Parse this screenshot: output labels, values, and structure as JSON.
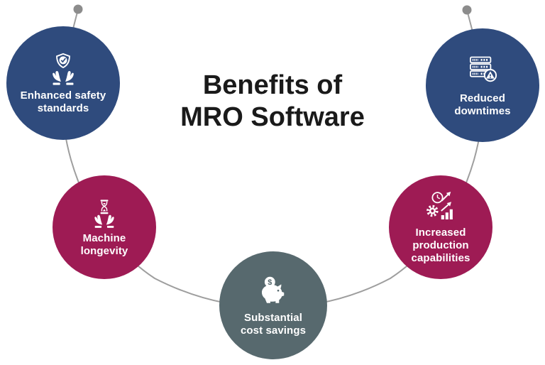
{
  "title": "Benefits of\nMRO Software",
  "nodes": [
    {
      "id": "safety",
      "label": "Enhanced safety\nstandards",
      "icon": "shield-hands-icon",
      "color": "#2F4B7D"
    },
    {
      "id": "longevity",
      "label": "Machine\nlongevity",
      "icon": "hourglass-hands-icon",
      "color": "#9E1B54"
    },
    {
      "id": "savings",
      "label": "Substantial\ncost savings",
      "icon": "piggy-bank-coin-icon",
      "color": "#57696E",
      "coin_symbol": "$"
    },
    {
      "id": "production",
      "label": "Increased\nproduction\ncapabilities",
      "icon": "gear-growth-chart-icon",
      "color": "#9E1B54"
    },
    {
      "id": "downtimes",
      "label": "Reduced\ndowntimes",
      "icon": "server-stack-warning-icon",
      "color": "#2F4B7D"
    }
  ],
  "colors": {
    "connector_line": "#9E9E9E",
    "end_dot": "#8C8C8C",
    "title_text": "#1A1A1A",
    "node_label_text": "#FFFFFF"
  }
}
